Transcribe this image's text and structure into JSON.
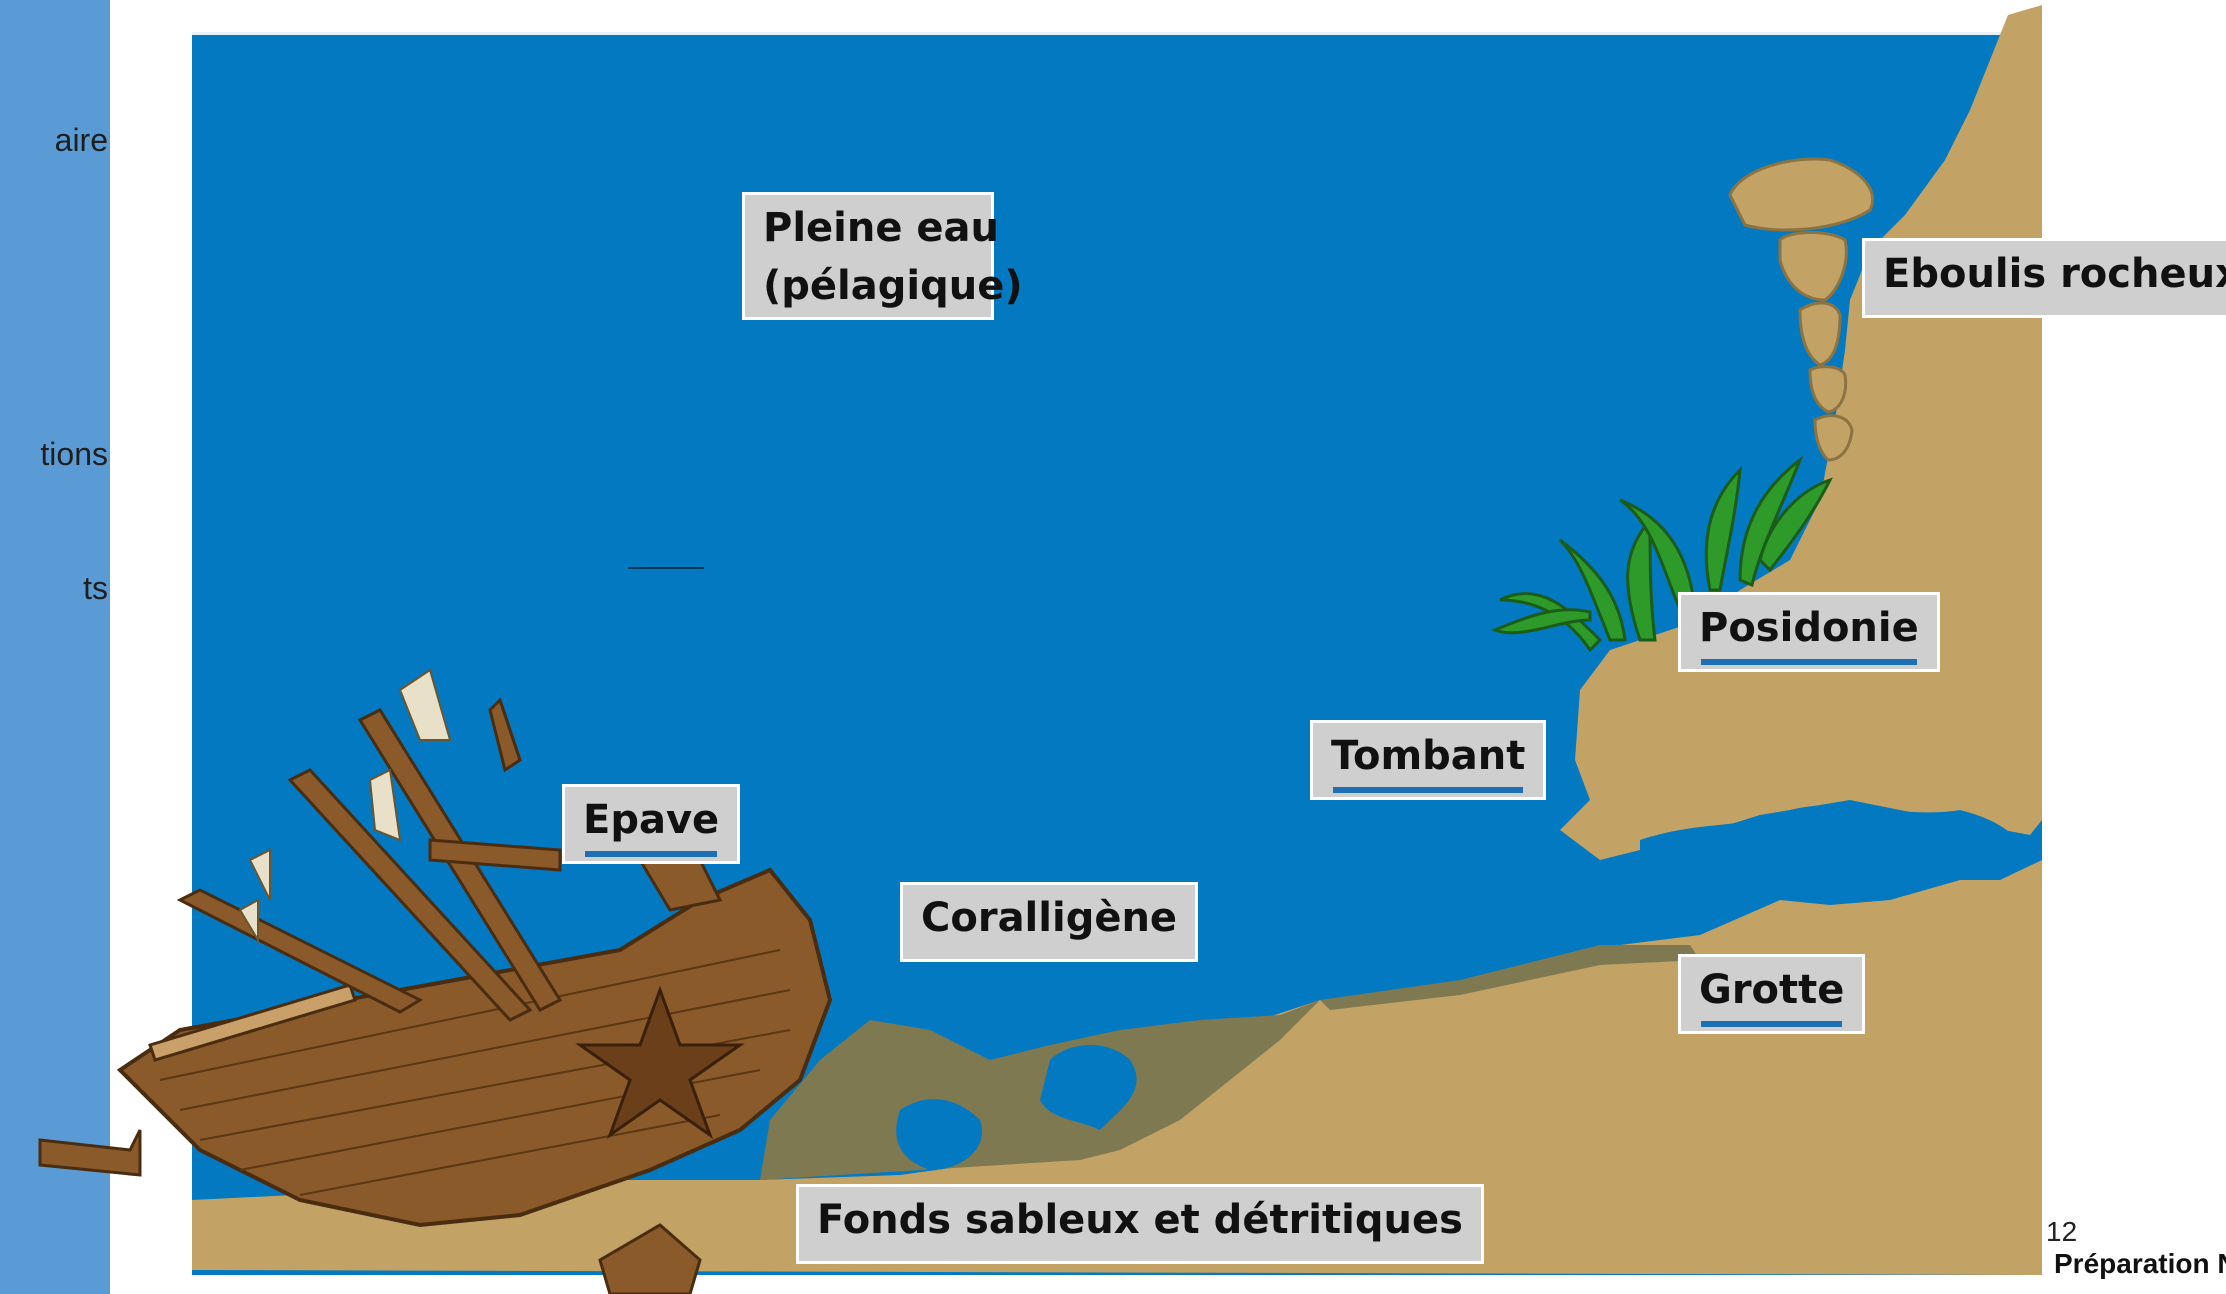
{
  "sidebar": {
    "items": [
      {
        "label": "aire"
      },
      {
        "label": "tions"
      },
      {
        "label": "ts"
      }
    ]
  },
  "labels": {
    "pleine_eau": "Pleine eau",
    "pelagique": "(pélagique)",
    "eboulis": "Eboulis rocheux",
    "posidonie": "Posidonie",
    "tombant": "Tombant",
    "epave": "Epave",
    "coralligene": "Coralligène",
    "grotte": "Grotte",
    "fonds": "Fonds sableux et détritiques"
  },
  "footer": {
    "page_number": "12",
    "text": "Préparation N"
  },
  "colors": {
    "sea": "#0279c0",
    "rock": "#c3a266",
    "coral": "#7f7952",
    "algae": "#2e9a2a",
    "wreck": "#8a5a2b",
    "sidebar": "#5b9bd5",
    "label_bg": "#d0cfcf"
  }
}
